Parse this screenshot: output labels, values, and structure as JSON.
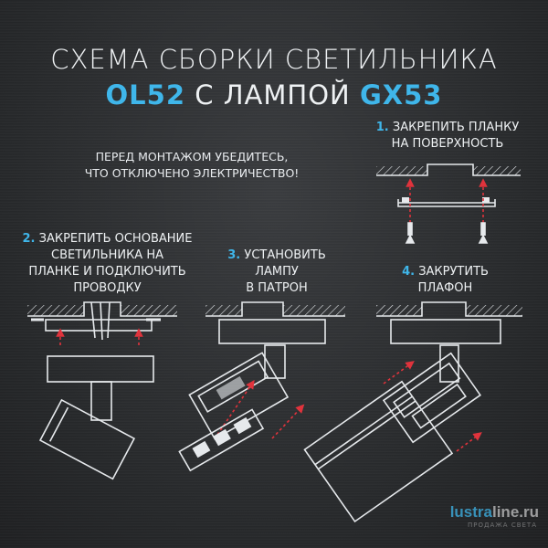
{
  "title": {
    "line1": "СХЕМА СБОРКИ СВЕТИЛЬНИКА",
    "model": "OL52",
    "middle": " С ЛАМПОЙ ",
    "lamp": "GX53"
  },
  "note": {
    "line1": "ПЕРЕД МОНТАЖОМ УБЕДИТЕСЬ,",
    "line2": "ЧТО ОТКЛЮЧЕНО ЭЛЕКТРИЧЕСТВО!"
  },
  "steps": [
    {
      "num": "1.",
      "lines": [
        "ЗАКРЕПИТЬ ПЛАНКУ",
        "НА ПОВЕРХНОСТЬ"
      ]
    },
    {
      "num": "2.",
      "lines": [
        "ЗАКРЕПИТЬ ОСНОВАНИЕ",
        "СВЕТИЛЬНИКА НА",
        "ПЛАНКЕ И ПОДКЛЮЧИТЬ",
        "ПРОВОДКУ"
      ]
    },
    {
      "num": "3.",
      "lines": [
        "УСТАНОВИТЬ",
        "ЛАМПУ",
        "В ПАТРОН"
      ]
    },
    {
      "num": "4.",
      "lines": [
        "ЗАКРУТИТЬ",
        "ПЛАФОН"
      ]
    }
  ],
  "watermark": {
    "brand_a": "lustra",
    "brand_b": "line.ru",
    "tagline": "ПРОДАЖА СВЕТА"
  },
  "colors": {
    "accent": "#3fb6ea",
    "arrow": "#e0333c",
    "line": "#e6e9ec"
  }
}
